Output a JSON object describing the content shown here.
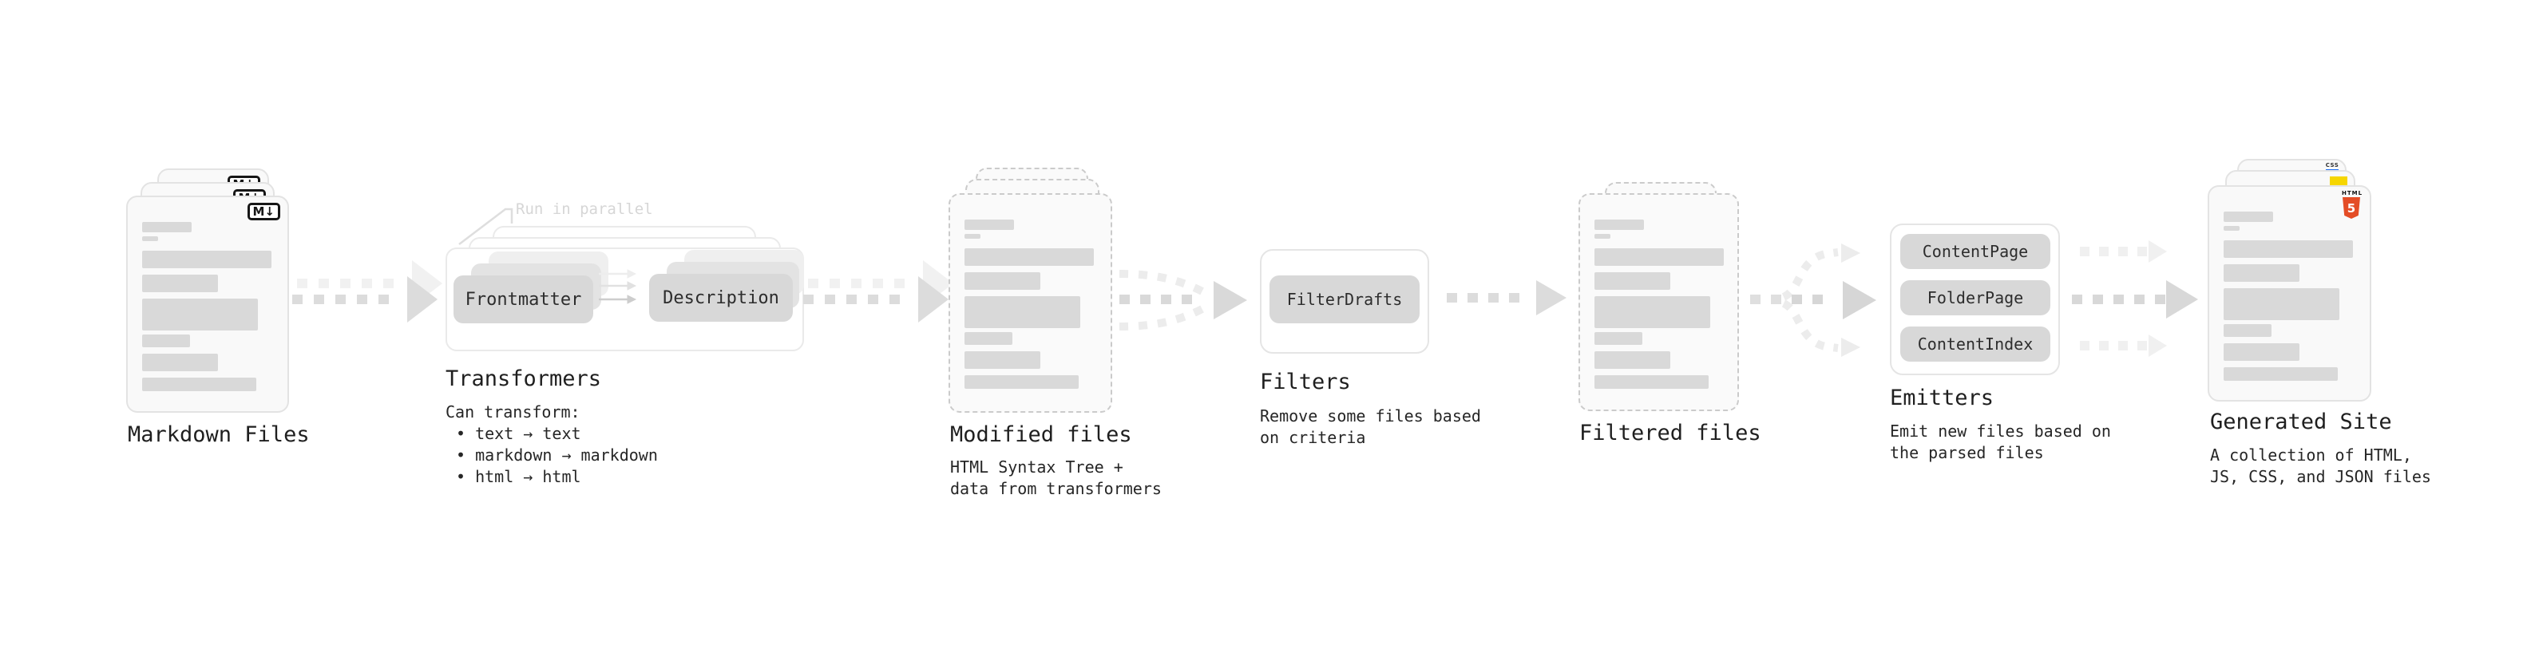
{
  "stages": {
    "markdown_files": {
      "title": "Markdown Files",
      "badge_label": "M↓"
    },
    "transformers": {
      "title": "Transformers",
      "parallel_note": "Run in parallel",
      "buttons": [
        "Frontmatter",
        "Description"
      ],
      "caption_heading": "Can transform:",
      "bullets": [
        "• text → text",
        "• markdown → markdown",
        "• html → html"
      ]
    },
    "modified_files": {
      "title": "Modified files",
      "subtitle_lines": [
        "HTML Syntax Tree +",
        "data from transformers"
      ]
    },
    "filters": {
      "title": "Filters",
      "buttons": [
        "FilterDrafts"
      ],
      "subtitle_lines": [
        "Remove some files based",
        "on criteria"
      ]
    },
    "filtered_files": {
      "title": "Filtered files"
    },
    "emitters": {
      "title": "Emitters",
      "buttons": [
        "ContentPage",
        "FolderPage",
        "ContentIndex"
      ],
      "subtitle_lines": [
        "Emit new files based on",
        "the parsed files"
      ]
    },
    "generated_site": {
      "title": "Generated Site",
      "subtitle_lines": [
        "A collection of HTML,",
        "JS, CSS, and JSON files"
      ],
      "css_badge_label": "CSS",
      "html_badge_word": "HTML",
      "html_badge_number": "5"
    }
  },
  "colors": {
    "html5_orange": "#e44d26",
    "js_yellow": "#f6d600",
    "css_blue": "#1e6ef5",
    "placeholder_bar": "#d9d9d9",
    "card_border": "#e3e3e3",
    "dashed_border": "#cbcbcb",
    "arrow_main": "#dcdcdc",
    "arrow_ghost": "#f1f1f1",
    "note_gray": "#d6d6d6"
  }
}
